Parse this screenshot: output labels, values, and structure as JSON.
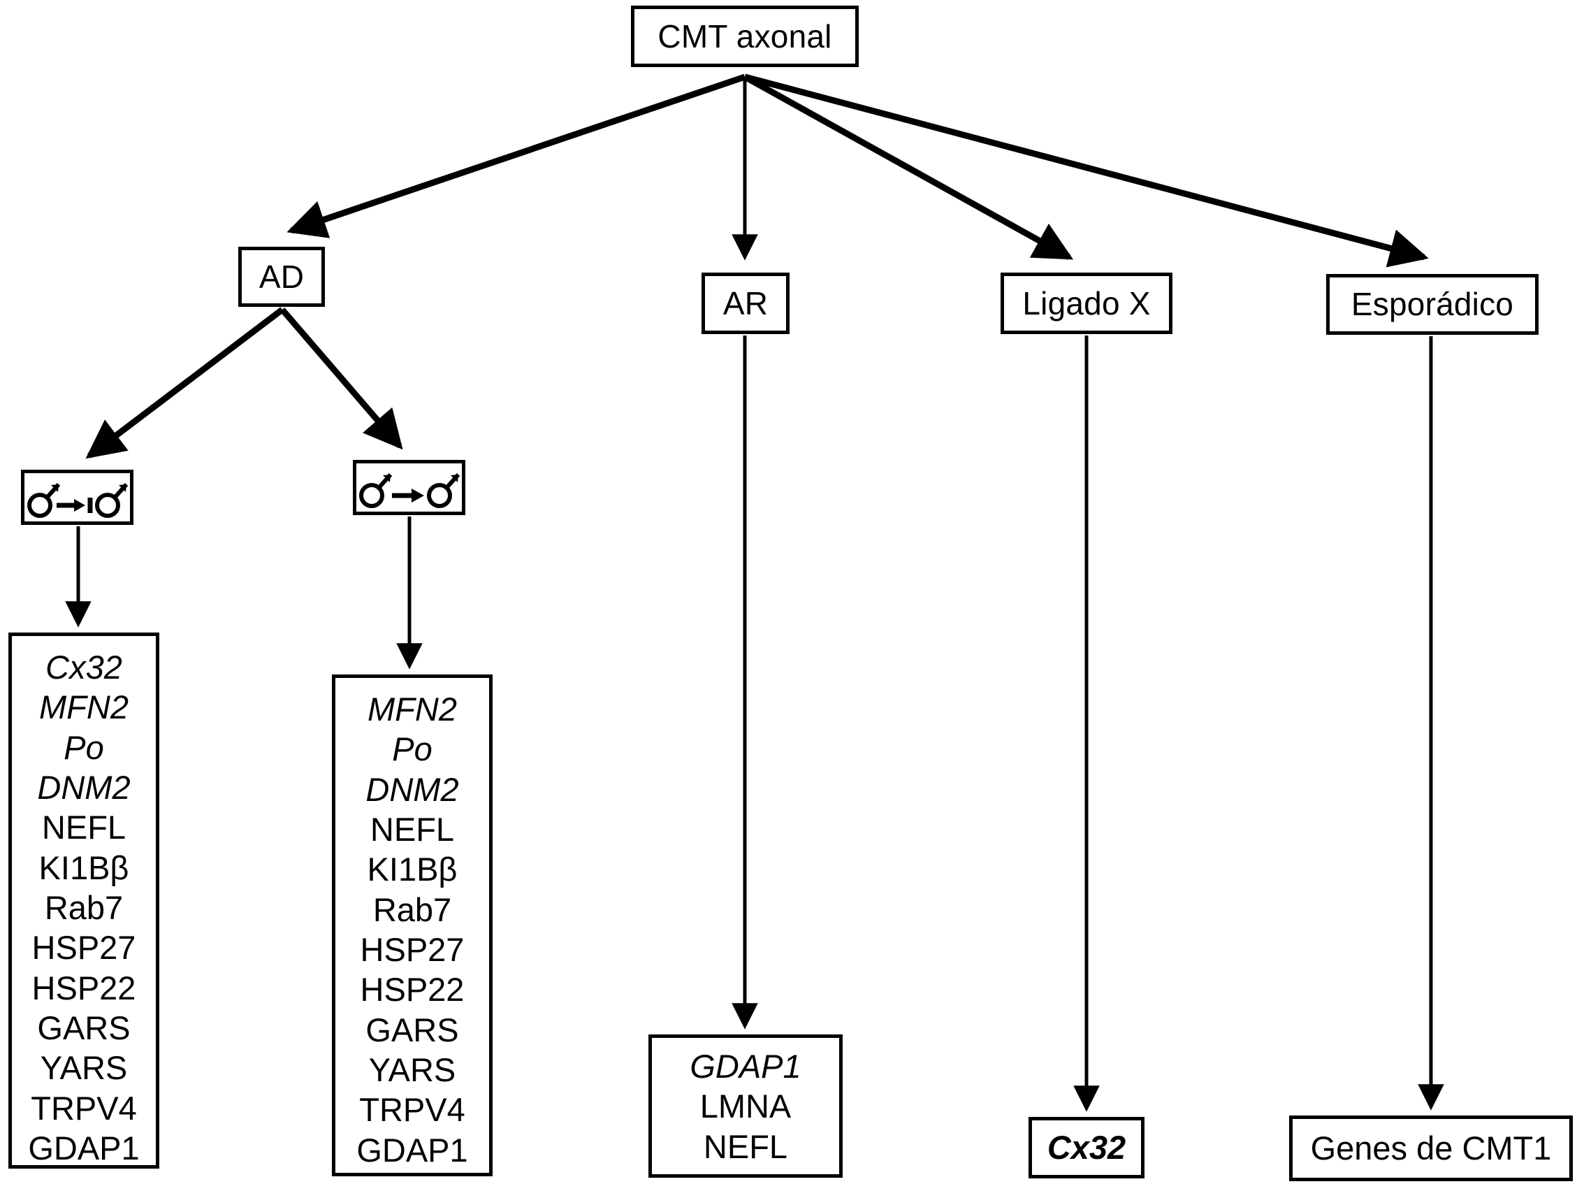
{
  "diagram": {
    "title": "CMT axonal",
    "language": "es",
    "root": {
      "label": "CMT axonal"
    },
    "inheritance_modes": [
      {
        "id": "ad",
        "label": "AD"
      },
      {
        "id": "ar",
        "label": "AR"
      },
      {
        "id": "xlink",
        "label": "Ligado X"
      },
      {
        "id": "spor",
        "label": "Esporádico"
      }
    ],
    "transmission_boxes": [
      {
        "id": "no-male-to-male",
        "icon": "male-to-male-blocked-icon",
        "description": "male to male transmission blocked"
      },
      {
        "id": "male-to-male",
        "icon": "male-to-male-icon",
        "description": "male to male transmission present"
      }
    ],
    "gene_boxes": [
      {
        "id": "genes-ad-no-mm",
        "genes": [
          {
            "name": "Cx32",
            "style": "italic"
          },
          {
            "name": "MFN2",
            "style": "italic"
          },
          {
            "name": "Po",
            "style": "italic"
          },
          {
            "name": "DNM2",
            "style": "italic"
          },
          {
            "name": "NEFL",
            "style": "normal"
          },
          {
            "name": "KI1Bβ",
            "style": "normal"
          },
          {
            "name": "Rab7",
            "style": "normal"
          },
          {
            "name": "HSP27",
            "style": "normal"
          },
          {
            "name": "HSP22",
            "style": "normal"
          },
          {
            "name": "GARS",
            "style": "normal"
          },
          {
            "name": "YARS",
            "style": "normal"
          },
          {
            "name": "TRPV4",
            "style": "normal"
          },
          {
            "name": "GDAP1",
            "style": "normal"
          }
        ]
      },
      {
        "id": "genes-ad-mm",
        "genes": [
          {
            "name": "MFN2",
            "style": "italic"
          },
          {
            "name": "Po",
            "style": "italic"
          },
          {
            "name": "DNM2",
            "style": "italic"
          },
          {
            "name": "NEFL",
            "style": "normal"
          },
          {
            "name": "KI1Bβ",
            "style": "normal"
          },
          {
            "name": "Rab7",
            "style": "normal"
          },
          {
            "name": "HSP27",
            "style": "normal"
          },
          {
            "name": "HSP22",
            "style": "normal"
          },
          {
            "name": "GARS",
            "style": "normal"
          },
          {
            "name": "YARS",
            "style": "normal"
          },
          {
            "name": "TRPV4",
            "style": "normal"
          },
          {
            "name": "GDAP1",
            "style": "normal"
          }
        ]
      },
      {
        "id": "genes-ar",
        "genes": [
          {
            "name": "GDAP1",
            "style": "italic"
          },
          {
            "name": "LMNA",
            "style": "normal"
          },
          {
            "name": "NEFL",
            "style": "normal"
          }
        ]
      },
      {
        "id": "genes-x",
        "genes": [
          {
            "name": "Cx32",
            "style": "bolditalic"
          }
        ]
      },
      {
        "id": "genes-sporadic",
        "genes": [
          {
            "name": "Genes de CMT1",
            "style": "normal"
          }
        ]
      }
    ],
    "colors": {
      "stroke": "#000000",
      "background": "#ffffff",
      "text": "#000000"
    }
  }
}
